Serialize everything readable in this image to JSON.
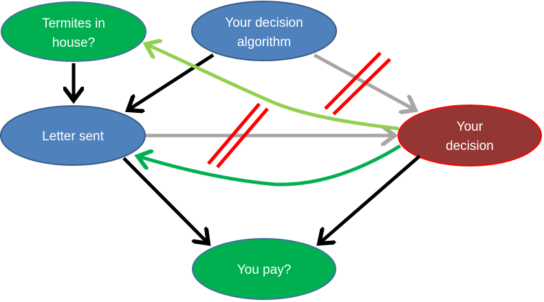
{
  "nodes": {
    "termites": {
      "line1": "Termites in",
      "line2": "house?"
    },
    "algorithm": {
      "line1": "Your decision",
      "line2": "algorithm"
    },
    "letter": {
      "line1": "Letter sent"
    },
    "decision": {
      "line1": "Your",
      "line2": "decision"
    },
    "pay": {
      "line1": "You pay?"
    }
  },
  "colors": {
    "green_node": "#00b050",
    "blue_node": "#4f81bd",
    "decision_node": "#943634",
    "black_arrow": "#000000",
    "gray_arrow": "#a6a6a6",
    "light_green_arrow": "#92d050",
    "green_arrow": "#00b050",
    "cut_mark": "#ff0000"
  }
}
